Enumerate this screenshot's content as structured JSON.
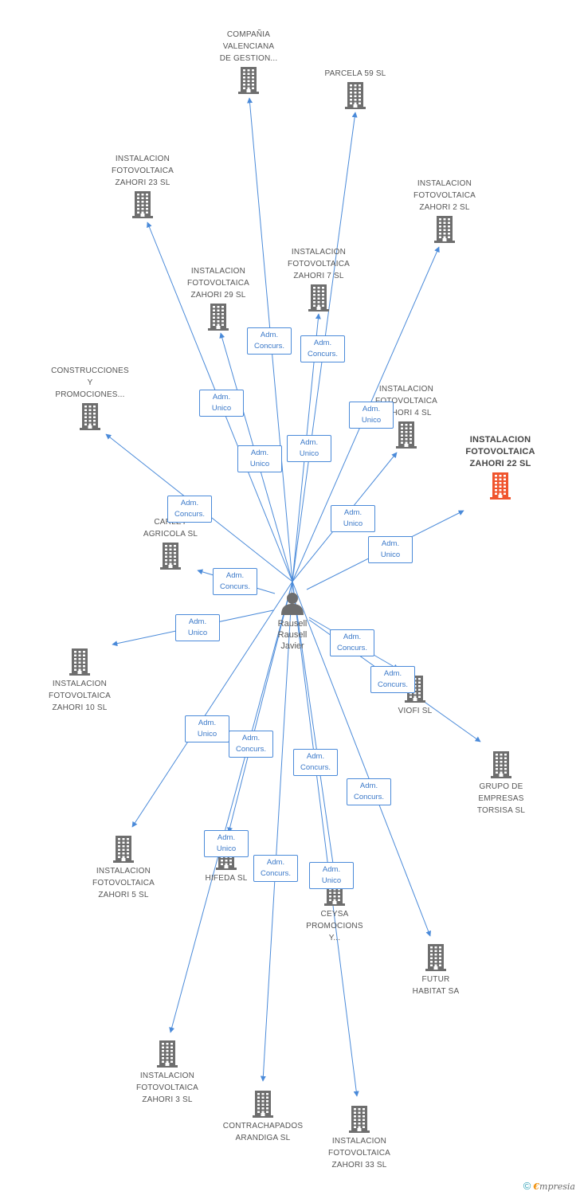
{
  "center": {
    "label": "Rausell\nRausell\nJavier",
    "icon": "person-icon"
  },
  "colors": {
    "edge": "#4a8ad9",
    "building": "#6e6e6e",
    "highlight": "#f0552e",
    "person": "#6e6e6e"
  },
  "nodes": [
    {
      "id": "compania-valenciana",
      "label": "COMPAÑIA\nVALENCIANA\nDE GESTION...",
      "icon": "building-icon"
    },
    {
      "id": "parcela-59",
      "label": "PARCELA 59 SL",
      "icon": "building-icon"
    },
    {
      "id": "zahori-23",
      "label": "INSTALACION\nFOTOVOLTAICA\nZAHORI 23 SL",
      "icon": "building-icon"
    },
    {
      "id": "zahori-2",
      "label": "INSTALACION\nFOTOVOLTAICA\nZAHORI 2 SL",
      "icon": "building-icon"
    },
    {
      "id": "zahori-7",
      "label": "INSTALACION\nFOTOVOLTAICA\nZAHORI 7 SL",
      "icon": "building-icon"
    },
    {
      "id": "zahori-29",
      "label": "INSTALACION\nFOTOVOLTAICA\nZAHORI 29 SL",
      "icon": "building-icon"
    },
    {
      "id": "construcciones",
      "label": "CONSTRUCCIONES\nY\nPROMOCIONES...",
      "icon": "building-icon"
    },
    {
      "id": "zahori-4",
      "label": "INSTALACION\nFOTOVOLTAICA\nZAHORI 4 SL",
      "icon": "building-icon"
    },
    {
      "id": "zahori-22",
      "label": "INSTALACION\nFOTOVOLTAICA\nZAHORI 22 SL",
      "icon": "building-icon",
      "highlight": true
    },
    {
      "id": "carley",
      "label": "CARLEY\nAGRICOLA SL",
      "icon": "building-icon"
    },
    {
      "id": "zahori-10",
      "label": "INSTALACION\nFOTOVOLTAICA\nZAHORI 10 SL",
      "icon": "building-icon"
    },
    {
      "id": "viofi",
      "label": "VIOFI SL",
      "icon": "building-icon"
    },
    {
      "id": "grupo-torsisa",
      "label": "GRUPO DE\nEMPRESAS\nTORSISA SL",
      "icon": "building-icon"
    },
    {
      "id": "zahori-5",
      "label": "INSTALACION\nFOTOVOLTAICA\nZAHORI 5 SL",
      "icon": "building-icon"
    },
    {
      "id": "hifeda",
      "label": "HIFEDA SL",
      "icon": "building-icon"
    },
    {
      "id": "ceysa",
      "label": "CEYSA\nPROMOCIONS\nY...",
      "icon": "building-icon"
    },
    {
      "id": "futur-habitat",
      "label": "FUTUR\nHABITAT SA",
      "icon": "building-icon"
    },
    {
      "id": "zahori-3",
      "label": "INSTALACION\nFOTOVOLTAICA\nZAHORI 3 SL",
      "icon": "building-icon"
    },
    {
      "id": "contrachapados",
      "label": "CONTRACHAPADOS\nARANDIGA SL",
      "icon": "building-icon"
    },
    {
      "id": "zahori-33",
      "label": "INSTALACION\nFOTOVOLTAICA\nZAHORI 33 SL",
      "icon": "building-icon"
    }
  ],
  "edges": [
    {
      "target": "compania-valenciana",
      "label": "Adm.\nConcurs."
    },
    {
      "target": "parcela-59",
      "label": "Adm.\nConcurs."
    },
    {
      "target": "zahori-23",
      "label": "Adm.\nUnico"
    },
    {
      "target": "zahori-2",
      "label": "Adm.\nUnico"
    },
    {
      "target": "zahori-7",
      "label": "Adm.\nUnico"
    },
    {
      "target": "zahori-29",
      "label": "Adm.\nUnico"
    },
    {
      "target": "construcciones",
      "label": "Adm.\nConcurs."
    },
    {
      "target": "zahori-4",
      "label": "Adm.\nUnico"
    },
    {
      "target": "zahori-22",
      "label": "Adm.\nUnico"
    },
    {
      "target": "carley",
      "label": "Adm.\nConcurs."
    },
    {
      "target": "zahori-10",
      "label": "Adm.\nUnico"
    },
    {
      "target": "viofi",
      "label": "Adm.\nConcurs."
    },
    {
      "target": "grupo-torsisa",
      "label": "Adm.\nConcurs."
    },
    {
      "target": "zahori-5",
      "label": "Adm.\nUnico"
    },
    {
      "target": "hifeda",
      "label": "Adm.\nConcurs."
    },
    {
      "target": "ceysa",
      "label": "Adm.\nConcurs."
    },
    {
      "target": "futur-habitat",
      "label": "Adm.\nConcurs."
    },
    {
      "target": "zahori-3",
      "label": "Adm.\nUnico"
    },
    {
      "target": "contrachapados",
      "label": "Adm.\nConcurs."
    },
    {
      "target": "zahori-33",
      "label": "Adm.\nUnico"
    }
  ],
  "brand": {
    "copyright": "©",
    "e": "€",
    "name": "mpresia"
  }
}
